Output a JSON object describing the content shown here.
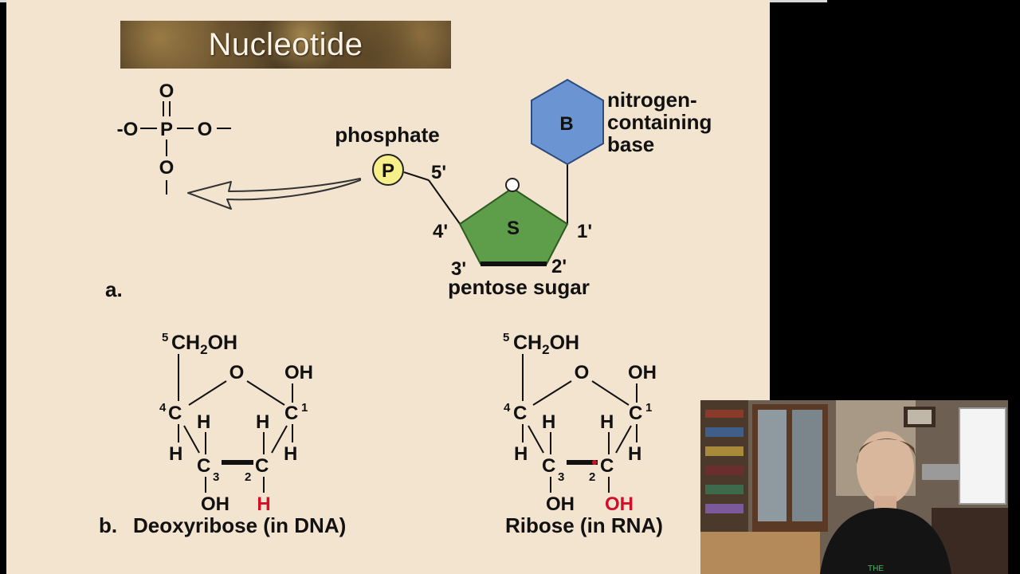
{
  "slide": {
    "title": "Nucleotide",
    "panel_a": {
      "label": "a.",
      "phosphate_group": {
        "top_o": "O",
        "left_o": "-O",
        "p": "P",
        "right_o": "O",
        "bottom_o": "O"
      },
      "phosphate_label": "phosphate",
      "phosphate_symbol": "P",
      "sugar_symbol": "S",
      "base_symbol": "B",
      "base_label_lines": [
        "nitrogen-",
        "containing",
        "base"
      ],
      "sugar_label": "pentose sugar",
      "carbon_labels": {
        "c1": "1'",
        "c2": "2'",
        "c3": "3'",
        "c4": "4'",
        "c5": "5'"
      }
    },
    "panel_b": {
      "label": "b.",
      "deoxyribose": {
        "caption": "Deoxyribose (in DNA)",
        "c5_group": "CH2OH",
        "c5_number": "5",
        "ring_o": "O",
        "c1_oh": "OH",
        "c2_bottom": "H",
        "c3_bottom": "OH"
      },
      "ribose": {
        "caption": "Ribose (in RNA)",
        "c5_group": "CH2OH",
        "c5_number": "5",
        "ring_o": "O",
        "c1_oh": "OH",
        "c2_bottom": "OH",
        "c3_bottom": "OH"
      }
    }
  },
  "colors": {
    "slide_background": "#f3e4cf",
    "sugar_fill": "#5e9e4a",
    "base_fill": "#6a95d2",
    "phosphate_fill": "#f7ef8a",
    "highlight_red": "#d0102a"
  }
}
